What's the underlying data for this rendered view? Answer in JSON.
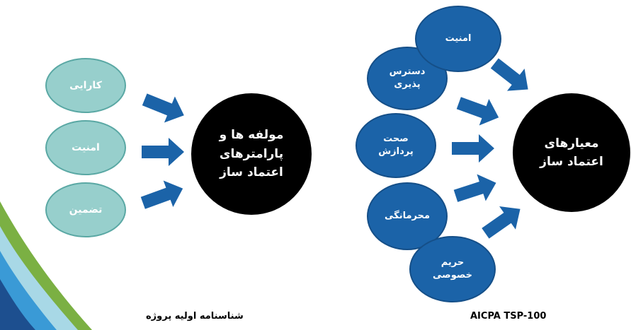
{
  "left_diagram": {
    "inputs": [
      "کارایی",
      "امنیت",
      "تضمین"
    ],
    "target": "مولفه ها و\nپارامترهای\nاعتماد ساز",
    "caption": "شناسنامه اولیه پروژه"
  },
  "right_diagram": {
    "inputs": [
      "امنیت",
      "دسترس\nپذیری",
      "صحت\nپردازش",
      "محرمانگی",
      "حریم\nخصوصی"
    ],
    "target": "معیارهای\nاعتماد ساز",
    "caption": "AICPA TSP-100"
  },
  "colors": {
    "input_left_fill": "#97cfcc",
    "input_right_fill": "#1b63a8",
    "target_fill": "#000000",
    "arrow": "#1b63a8",
    "swoosh": [
      "#7bb043",
      "#a8d8e6",
      "#3a9ad6",
      "#1d4f8f"
    ]
  }
}
